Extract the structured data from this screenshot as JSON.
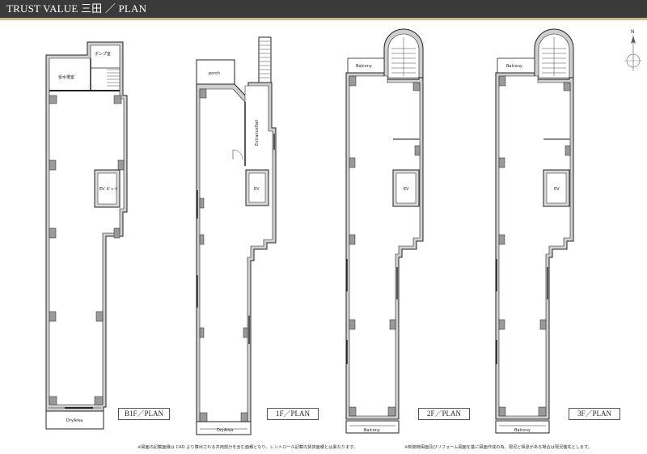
{
  "header": {
    "title": "TRUST VALUE 三田 ／ PLAN"
  },
  "plans": {
    "b1f": {
      "label": "B1F／PLAN",
      "rooms": {
        "pump": "ポンプ室",
        "water_tank": "受水槽室",
        "ev_pit": "EV ピット",
        "dry_area": "DryArea"
      }
    },
    "f1": {
      "label": "1F／PLAN",
      "rooms": {
        "porch": "porch",
        "entrance": "EntranceHall",
        "ev": "EV",
        "dry_area": "DryArea"
      }
    },
    "f2": {
      "label": "2F／PLAN",
      "rooms": {
        "balcony_top": "Balcony",
        "ev": "EV",
        "balcony_bottom": "Balcony"
      }
    },
    "f3": {
      "label": "3F／PLAN",
      "rooms": {
        "balcony_top": "Balcony",
        "ev": "EV",
        "balcony_bottom": "Balcony"
      }
    }
  },
  "compass": {
    "north": "N"
  },
  "notes": {
    "left": "※図面の記載面積は CAD より算出される共用部分を含む面積となり、レントロール記載の賃貸面積とは異なります。",
    "right": "※新築時図面及びリフォーム図面を基に図面作成の為、現況と相違がある場合は現況優先とします。"
  }
}
